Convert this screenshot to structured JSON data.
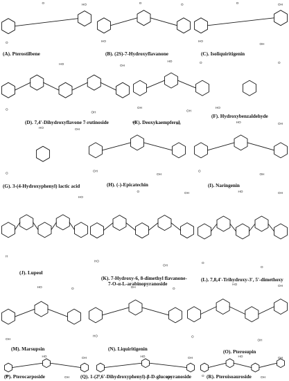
{
  "compounds": [
    {
      "id": "A",
      "caption": "(A). Pterostilbene",
      "atoms": {
        "a": "HO",
        "b": "O",
        "c": "O"
      }
    },
    {
      "id": "B",
      "caption": "(B). (2S)-7-Hydroxyflavanone",
      "atoms": {
        "a": "O",
        "b": "HO",
        "c": "O"
      }
    },
    {
      "id": "C",
      "caption": "(C). Isoliquiritigenin",
      "atoms": {
        "a": "OH",
        "b": "HO",
        "c": "O",
        "d": "OH"
      }
    },
    {
      "id": "D",
      "caption": "(D). 7,4'-Dihydroxyflavone 7-rutinoside",
      "atoms": {
        "a": "OH",
        "b": "O",
        "c": "HO",
        "d": "OH"
      }
    },
    {
      "id": "E",
      "caption": "(E). Deoxykaempferol",
      "atoms": {
        "a": "O",
        "b": "OH",
        "c": "HO",
        "d": "OH"
      }
    },
    {
      "id": "F",
      "caption": "(F). Hydroxybenzaldehyde",
      "atoms": {
        "a": "O",
        "b": "HO"
      }
    },
    {
      "id": "G",
      "caption": "(G). 3-(4-Hydroxyphenyl) lactic acid",
      "atoms": {
        "a": "OH",
        "b": "O",
        "c": "HO"
      }
    },
    {
      "id": "H",
      "caption": "(H). (-)-Epicatechin",
      "atoms": {
        "a": "HO",
        "b": "OH",
        "c": "HO",
        "d": "OH"
      }
    },
    {
      "id": "I",
      "caption": "(I). Naringenin",
      "atoms": {
        "a": "OH",
        "b": "O",
        "c": "HO",
        "d": "OH"
      }
    },
    {
      "id": "J",
      "caption": "(J). Lupeol",
      "atoms": {
        "a": "HO",
        "b": "H"
      }
    },
    {
      "id": "K",
      "caption": "(K). 7-Hydroxy-6, 8-dimethyl flavanone-",
      "caption_line2": "7-O-α-L-arabinopyranoside",
      "atoms": {
        "a": "OH",
        "b": "HO",
        "c": "O",
        "d": "OH"
      }
    },
    {
      "id": "L",
      "caption": "(L). 7,8,4'-Trihydroxy-3', 5'-dimethoxy",
      "atoms": {
        "a": "OH",
        "b": "O",
        "c": "HO",
        "d": "O"
      }
    },
    {
      "id": "M",
      "caption": "(M). Marsupsin",
      "atoms": {
        "a": "O",
        "b": "OH",
        "c": "HO"
      }
    },
    {
      "id": "N",
      "caption": "(N). Liquiritigenin",
      "atoms": {
        "a": "O",
        "b": "HO",
        "c": "OH"
      }
    },
    {
      "id": "O",
      "caption": "(O). Pterosupin",
      "atoms": {
        "a": "OH",
        "b": "O",
        "c": "HO",
        "d": "OH"
      }
    },
    {
      "id": "P",
      "caption": "(P). Pterocarposide",
      "atoms": {
        "a": "OH",
        "b": "O",
        "c": "HO",
        "d": "OH"
      }
    },
    {
      "id": "Q",
      "caption": "(Q). 1-(2',6'-Dihydroxyphenyl)-β-D-glucopyranoside",
      "atoms": {
        "a": "OH",
        "b": "O",
        "c": "HO",
        "d": "OH"
      }
    },
    {
      "id": "R",
      "caption": "(R). Pteroisoauroside",
      "atoms": {
        "a": "OH",
        "b": "O",
        "c": "HO",
        "d": "OH"
      }
    }
  ]
}
